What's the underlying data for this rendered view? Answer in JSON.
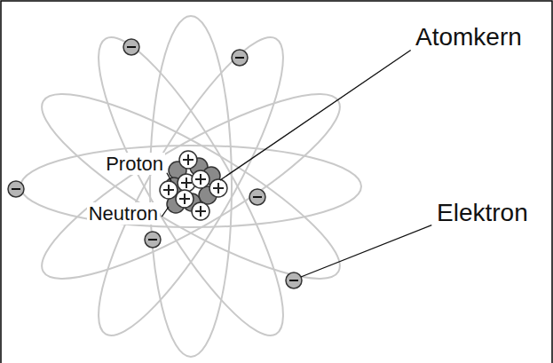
{
  "diagram": {
    "labels": [
      "Proton",
      "Neutron",
      "Atomkern",
      "Elektron"
    ]
  }
}
